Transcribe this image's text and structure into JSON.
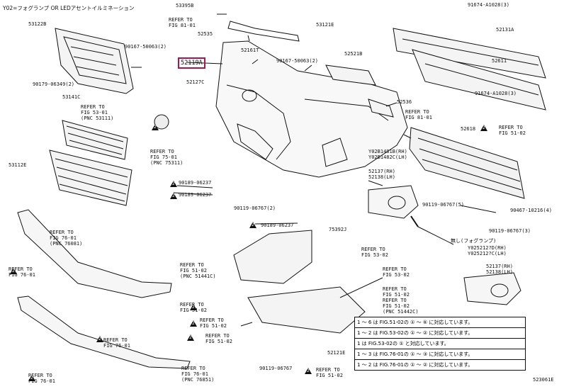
{
  "header_note": "Y02=フォグランプ OR LEDアセントイルミネーション",
  "diagram_id": "523061E",
  "highlighted_part": "52119A",
  "highlight_color": "#b0124a",
  "labels": [
    {
      "id": "p53395b",
      "text": "53395B"
    },
    {
      "id": "ref81a",
      "text": "REFER TO\nFIG 81-01"
    },
    {
      "id": "p52535",
      "text": "52535"
    },
    {
      "id": "p53121e",
      "text": "53121E"
    },
    {
      "id": "p91674a",
      "text": "91674-A1028(3)"
    },
    {
      "id": "p53122b",
      "text": "53122B"
    },
    {
      "id": "p52161t",
      "text": "52161T"
    },
    {
      "id": "p52131a",
      "text": "52131A"
    },
    {
      "id": "p90167a",
      "text": "90167-50063(2)"
    },
    {
      "id": "p52521b",
      "text": "52521B"
    },
    {
      "id": "p52611",
      "text": "52611"
    },
    {
      "id": "p90167b",
      "text": "90167-50063(2)"
    },
    {
      "id": "p90179",
      "text": "90179-06349(2)"
    },
    {
      "id": "p52127c",
      "text": "52127C"
    },
    {
      "id": "p91674b",
      "text": "91674-A1028(3)"
    },
    {
      "id": "p53141c",
      "text": "53141C"
    },
    {
      "id": "p52536",
      "text": "52536"
    },
    {
      "id": "ref53",
      "text": "REFER TO\nFIG 53-01\n(PNC 53111)"
    },
    {
      "id": "ref81b",
      "text": "REFER TO\nFIG 81-01"
    },
    {
      "id": "p52618",
      "text": "52618"
    },
    {
      "id": "ref51a",
      "text": "REFER TO\nFIG 51-02"
    },
    {
      "id": "ref75",
      "text": "REFER TO\nFIG 75-01\n(PNC 75311)"
    },
    {
      "id": "y02a",
      "text": "Y02B1481B(RH)\nY02B1482C(LH)"
    },
    {
      "id": "p53112e",
      "text": "53112E"
    },
    {
      "id": "p52137a",
      "text": "52137(RH)\n52138(LH)"
    },
    {
      "id": "p90189a",
      "text": "90189-06237"
    },
    {
      "id": "p90189b",
      "text": "90189-06237"
    },
    {
      "id": "p90119a",
      "text": "90119-06767(2)"
    },
    {
      "id": "p90119b",
      "text": "90119-06767(5)"
    },
    {
      "id": "p90467",
      "text": "90467-10216(4)"
    },
    {
      "id": "p90189c",
      "text": "90189-06237"
    },
    {
      "id": "ref76a",
      "text": "REFER TO\nFIG 76-01\n(PNC 76081)"
    },
    {
      "id": "p75392j",
      "text": "75392J"
    },
    {
      "id": "p90119c",
      "text": "90119-06767(3)"
    },
    {
      "id": "ref53b",
      "text": "REFER TO\nFIG 53-02"
    },
    {
      "id": "fog",
      "text": "無し(フォグランプ)"
    },
    {
      "id": "y02b",
      "text": "Y025212?D(RH)\nY025212?C(LH)"
    },
    {
      "id": "ref51b",
      "text": "REFER TO\nFIG 51-02\n(PNC 51441C)"
    },
    {
      "id": "ref53c",
      "text": "REFER TO\nFIG 53-02"
    },
    {
      "id": "p52137b",
      "text": "52137(RH)\n52138(LH)"
    },
    {
      "id": "ref76b",
      "text": "REFER TO\nFIG 76-01"
    },
    {
      "id": "ref51c",
      "text": "REFER TO\nFIG 51-02"
    },
    {
      "id": "ref51d",
      "text": "REFER TO\nFIG 51-02\n(PNC 51442C)"
    },
    {
      "id": "ref51e",
      "text": "REFER TO\nFIG 51-02"
    },
    {
      "id": "ref51f",
      "text": "REFER TO\nFIG 51-02"
    },
    {
      "id": "ref76c",
      "text": "REFER TO\nFIG 76-01"
    },
    {
      "id": "p52121e",
      "text": "52121E"
    },
    {
      "id": "p90119d",
      "text": "90119-06767"
    },
    {
      "id": "ref76d",
      "text": "REFER TO\nFIG 76-01"
    },
    {
      "id": "ref51g",
      "text": "REFER TO\nFIG 51-02"
    },
    {
      "id": "ref76e",
      "text": "REFER TO\nFIG 76-01\n(PNC 76851)"
    },
    {
      "id": "ref51h",
      "text": "REFER TO\nFIG 51-02"
    }
  ],
  "markers": {
    "triangle": "2"
  },
  "notes": [
    "1 ～ 6 は FIG.51-02の ① ～ ⑥ に対応しています。",
    "1 ～ 2 は FIG.53-02の ① ～ ② に対応しています。",
    "1 は FIG.53-02の ① と対応しています。",
    "1 ～ 3 は FIG.76-01の ① ～ ③ に対応しています。",
    "1 ～ 2 は FIG.76-01の ① ～ ② に対応しています。"
  ]
}
